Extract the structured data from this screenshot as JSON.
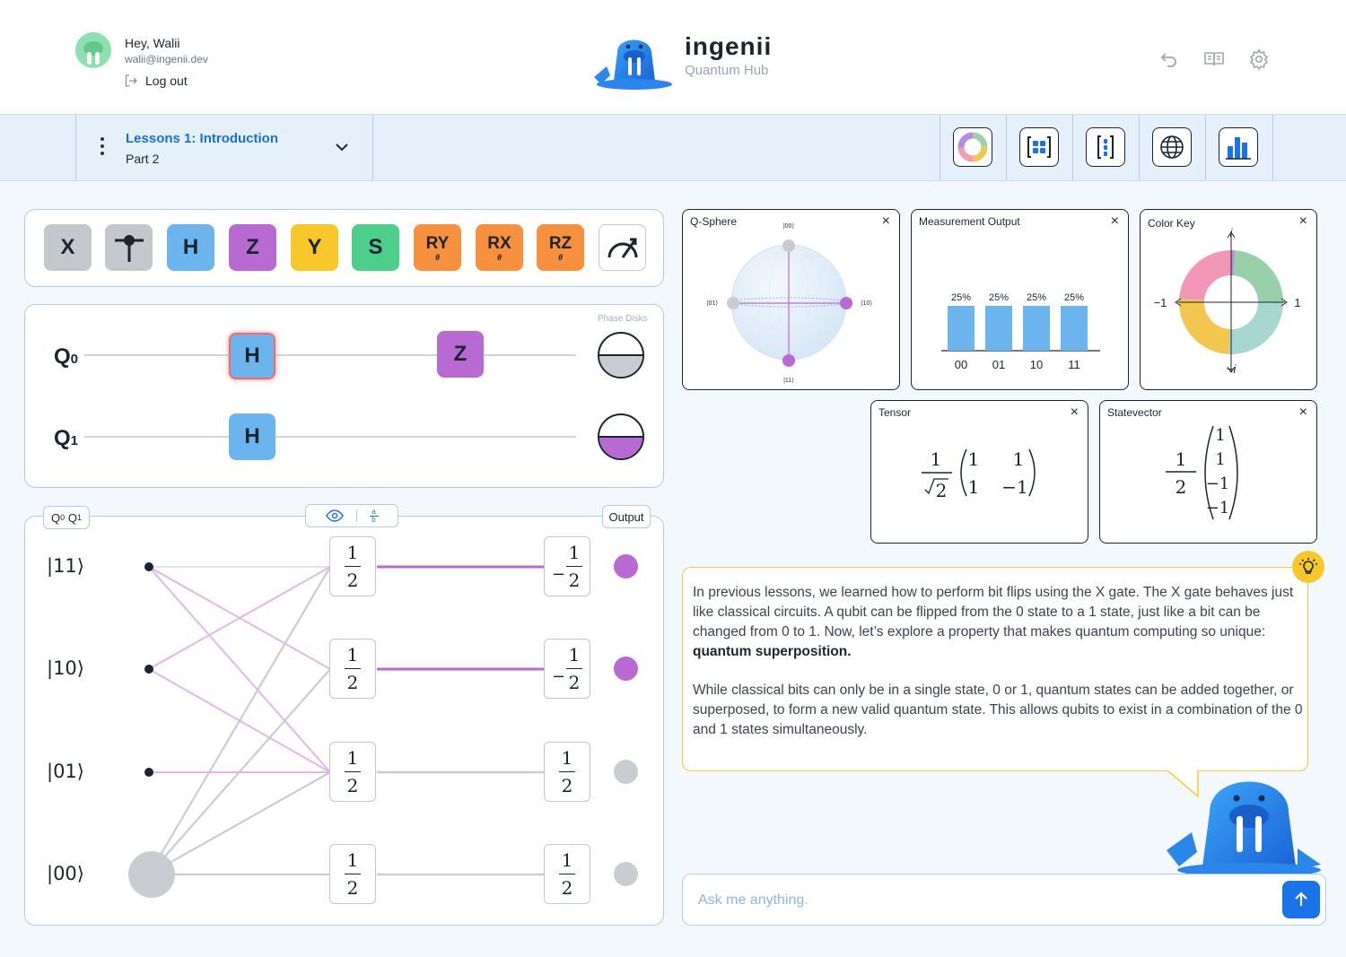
{
  "user": {
    "greeting": "Hey, Walii",
    "email": "walii@ingenii.dev",
    "logout_label": "Log out"
  },
  "brand": {
    "name": "ingenii",
    "subtitle": "Quantum Hub"
  },
  "header_icons": [
    "undo-icon",
    "book-icon",
    "settings-icon"
  ],
  "lesson": {
    "title": "Lessons 1: Introduction",
    "part": "Part 2"
  },
  "toolbar_icons": [
    "color-wheel-icon",
    "grid-matrix-icon",
    "statevector-bracket-icon",
    "globe-sphere-icon",
    "bar-chart-icon"
  ],
  "gates": [
    {
      "label": "X",
      "sub": "",
      "color": "#c4c8cc"
    },
    {
      "label": "",
      "sub": "",
      "color": "#c4c8cc"
    },
    {
      "label": "H",
      "sub": "",
      "color": "#6cb4ee"
    },
    {
      "label": "Z",
      "sub": "",
      "color": "#b86ad2"
    },
    {
      "label": "Y",
      "sub": "",
      "color": "#f7c72b"
    },
    {
      "label": "S",
      "sub": "",
      "color": "#4fce8b"
    },
    {
      "label": "RY",
      "sub": "θ",
      "color": "#f7913f"
    },
    {
      "label": "RX",
      "sub": "θ",
      "color": "#f7913f"
    },
    {
      "label": "RZ",
      "sub": "θ",
      "color": "#f7913f"
    },
    {
      "label": "",
      "sub": "",
      "color": "#ffffff"
    }
  ],
  "circuit": {
    "q0": {
      "name": "Q",
      "index": "0",
      "gates": [
        "H",
        "Z"
      ]
    },
    "q1": {
      "name": "Q",
      "index": "1",
      "gates": [
        "H"
      ]
    },
    "phase_label": "Phase Disks"
  },
  "dynamics": {
    "qubits_tag": {
      "q": "Q",
      "i0": "0",
      "i1": "1"
    },
    "toggle_text": {
      "a": "a",
      "b": "b"
    },
    "output_tag": "Output",
    "states": [
      "|11⟩",
      "|10⟩",
      "|01⟩",
      "|00⟩"
    ],
    "mid_amps": [
      {
        "num": "1",
        "den": "2"
      },
      {
        "num": "1",
        "den": "2"
      },
      {
        "num": "1",
        "den": "2"
      },
      {
        "num": "1",
        "den": "2"
      }
    ],
    "out_amps": [
      {
        "sign": "−",
        "num": "1",
        "den": "2"
      },
      {
        "sign": "−",
        "num": "1",
        "den": "2"
      },
      {
        "sign": "",
        "num": "1",
        "den": "2"
      },
      {
        "sign": "",
        "num": "1",
        "den": "2"
      }
    ]
  },
  "qsphere": {
    "title": "Q-Sphere",
    "labels": {
      "top": "|00⟩",
      "left": "|01⟩",
      "right": "|10⟩",
      "bottom": "|11⟩"
    }
  },
  "measurement": {
    "title": "Measurement Output"
  },
  "chart_data": {
    "type": "bar",
    "categories": [
      "00",
      "01",
      "10",
      "11"
    ],
    "values": [
      25,
      25,
      25,
      25
    ],
    "value_labels": [
      "25%",
      "25%",
      "25%",
      "25%"
    ],
    "ylim": [
      0,
      100
    ]
  },
  "colorkey": {
    "title": "Color Key",
    "top": "i",
    "bottom": "−i",
    "left": "−1",
    "right": "1"
  },
  "tensor": {
    "title": "Tensor",
    "prefix_num": "1",
    "prefix_den": "2",
    "m": [
      "1",
      "1",
      "1",
      "−1"
    ]
  },
  "statevector": {
    "title": "Statevector",
    "prefix_num": "1",
    "prefix_den": "2",
    "v": [
      "1",
      "1",
      "−1",
      "−1"
    ]
  },
  "info": {
    "p1a": "In previous lessons, we learned how to perform bit flips using the X gate. The X gate behaves just like classical circuits. A qubit can be flipped from the 0 state to a 1 state, just like a bit can be changed from 0 to 1. Now, let’s explore a property that makes quantum computing so unique: ",
    "p1b": "quantum superposition.",
    "p2": "While classical bits can only be in a single state, 0 or 1, quantum states can be added together, or superposed, to form a new valid quantum state. This allows qubits to exist in a combination of the 0 and 1 states simultaneously."
  },
  "chat": {
    "placeholder": "Ask me anything."
  },
  "colors": {
    "accent": "#1a73e8",
    "purple": "#b86ad2",
    "grey_dot": "#c9cdd1",
    "bar": "#6cb4ee"
  }
}
